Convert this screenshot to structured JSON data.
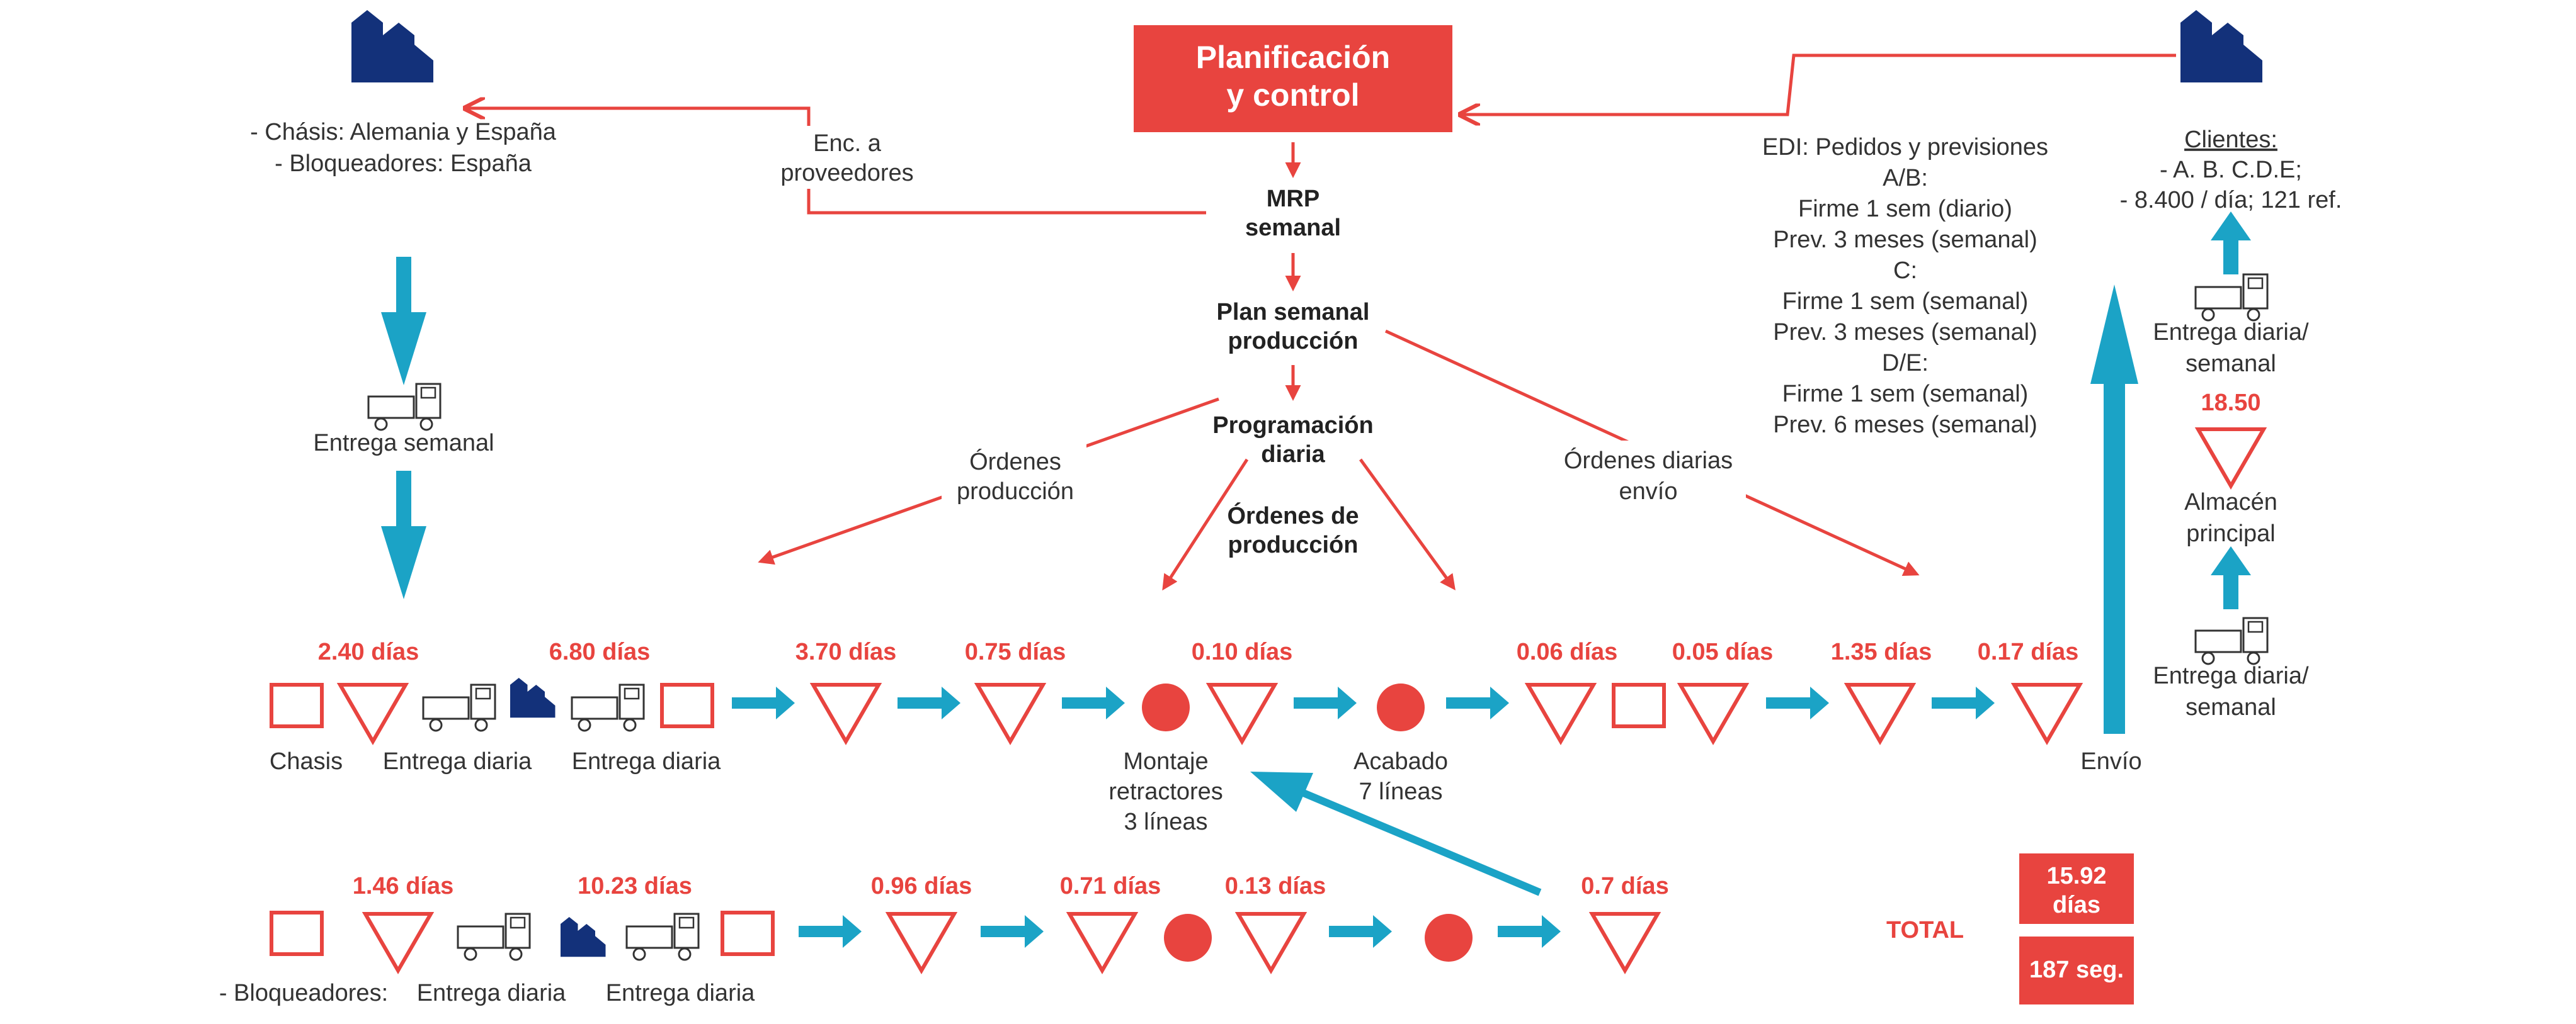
{
  "colors": {
    "red": "#E8443F",
    "navy": "#13317A",
    "teal": "#1BA3C6",
    "text": "#333333"
  },
  "planning": {
    "title_line1": "Planificación",
    "title_line2": "y control"
  },
  "mrp": {
    "line1": "MRP",
    "line2": "semanal"
  },
  "plan_semanal": {
    "line1": "Plan semanal",
    "line2": "producción"
  },
  "programacion": {
    "line1": "Programación",
    "line2": "diaria"
  },
  "ordenes_centro": {
    "line1": "Órdenes de",
    "line2": "producción"
  },
  "ordenes_izq": {
    "line1": "Órdenes",
    "line2": "producción"
  },
  "ordenes_envio": {
    "line1": "Órdenes diarias",
    "line2": "envío"
  },
  "enc_proveedores": {
    "line1": "Enc. a",
    "line2": "proveedores"
  },
  "supplier": {
    "line1": "- Chásis: Alemania y España",
    "line2": "- Bloqueadores: España"
  },
  "entrega_semanal": "Entrega semanal",
  "edi": [
    "EDI: Pedidos y previsiones",
    "A/B:",
    "Firme 1 sem (diario)",
    "Prev. 3 meses (semanal)",
    "C:",
    "Firme 1 sem (semanal)",
    "Prev. 3 meses (semanal)",
    "D/E:",
    "Firme 1 sem (semanal)",
    "Prev. 6 meses (semanal)"
  ],
  "clientes": {
    "title": "Clientes:",
    "line1": "-  A. B. C.D.E;",
    "line2": "-  8.400 / día; 121 ref."
  },
  "entrega_diaria_semanal_top": {
    "line1": "Entrega diaria/",
    "line2": "semanal"
  },
  "almacen_days": "18.50",
  "almacen": {
    "line1": "Almacén",
    "line2": "principal"
  },
  "entrega_diaria_semanal_bottom": {
    "line1": "Entrega diaria/",
    "line2": "semanal"
  },
  "row1": {
    "days": [
      "2.40 días",
      "6.80 días",
      "3.70 días",
      "0.75 días",
      "0.10 días",
      "0.06 días",
      "0.05 días",
      "1.35 días",
      "0.17 días"
    ],
    "chasis": "Chasis",
    "entrega1": "Entrega diaria",
    "entrega2": "Entrega diaria",
    "montaje": [
      "Montaje",
      "retractores",
      "3 líneas"
    ],
    "acabado": [
      "Acabado",
      "7 líneas"
    ],
    "envio": "Envío"
  },
  "row2": {
    "days": [
      "1.46 días",
      "10.23 días",
      "0.96 días",
      "0.71 días",
      "0.13 días",
      "0.7 días"
    ],
    "bloqueadores": "- Bloqueadores:",
    "entrega1": "Entrega diaria",
    "entrega2": "Entrega diaria"
  },
  "total": {
    "label": "TOTAL",
    "days_line1": "15.92",
    "days_line2": "días",
    "seconds": "187 seg."
  }
}
